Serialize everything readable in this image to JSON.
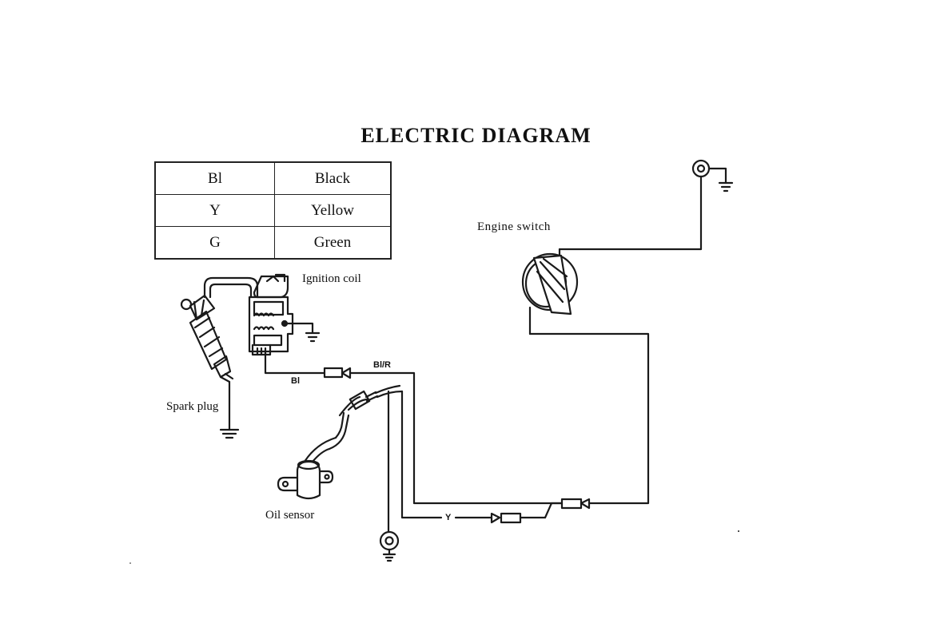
{
  "title": "ELECTRIC DIAGRAM",
  "legend": [
    {
      "code": "Bl",
      "color": "Black"
    },
    {
      "code": "Y",
      "color": "Yellow"
    },
    {
      "code": "G",
      "color": "Green"
    }
  ],
  "components": {
    "ignition_coil": "Ignition coil",
    "spark_plug": "Spark plug",
    "engine_switch": "Engine switch",
    "oil_sensor": "Oil sensor"
  },
  "wire_labels": {
    "bl": "Bl",
    "bl_r": "Bl/R",
    "y": "Y"
  },
  "colors": {
    "ink": "#1a1a1a",
    "background": "#ffffff"
  }
}
